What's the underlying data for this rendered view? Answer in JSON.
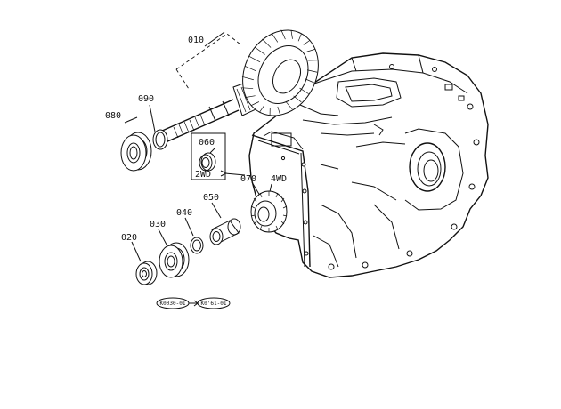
{
  "parts": [
    {
      "id": "p010",
      "label": "010"
    },
    {
      "id": "p090",
      "label": "090"
    },
    {
      "id": "p080",
      "label": "080"
    },
    {
      "id": "p060",
      "label": "060"
    },
    {
      "id": "p2wd",
      "label": "2WD"
    },
    {
      "id": "p070",
      "label": "070"
    },
    {
      "id": "p4wd",
      "label": "4WD"
    },
    {
      "id": "p050",
      "label": "050"
    },
    {
      "id": "p040",
      "label": "040"
    },
    {
      "id": "p030",
      "label": "030"
    },
    {
      "id": "p020",
      "label": "020"
    }
  ],
  "refs": [
    "K0030-01",
    "K0'61-01"
  ]
}
